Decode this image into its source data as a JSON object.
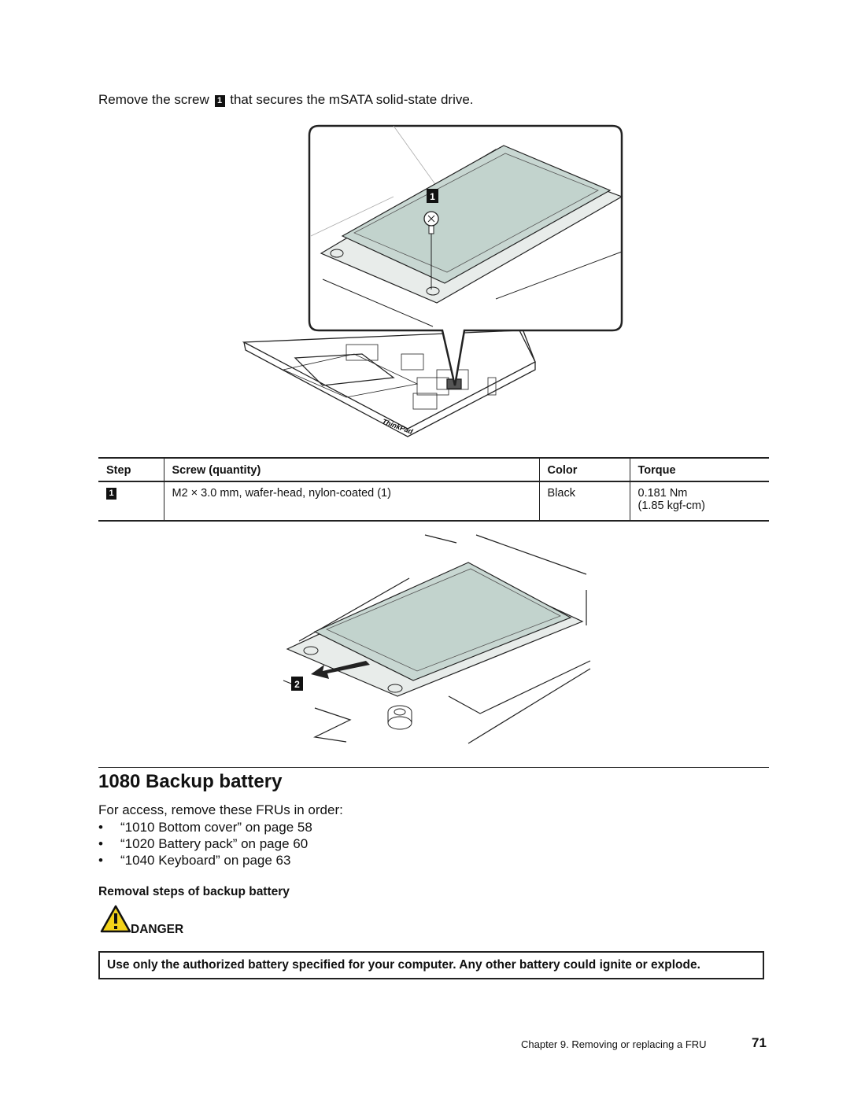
{
  "intro": {
    "before": "Remove the screw",
    "step": "1",
    "after": "that secures the mSATA solid-state drive."
  },
  "figure1": {
    "callout": "1",
    "brand": "ThinkPad"
  },
  "table": {
    "headers": [
      "Step",
      "Screw (quantity)",
      "Color",
      "Torque"
    ],
    "row": {
      "step": "1",
      "screw": "M2 × 3.0 mm, wafer-head, nylon-coated (1)",
      "color": "Black",
      "torque_nm": "0.181 Nm",
      "torque_kgf": "(1.85 kgf-cm)"
    }
  },
  "figure2": {
    "callout": "2"
  },
  "section": {
    "title": "1080 Backup battery",
    "access_text": "For access, remove these FRUs in order:",
    "frus": [
      "“1010 Bottom cover” on page 58",
      "“1020 Battery pack” on page 60",
      "“1040 Keyboard” on page 63"
    ],
    "subheading": "Removal steps of backup battery",
    "danger_label": "DANGER",
    "danger_text": "Use only the authorized battery specified for your computer. Any other battery could ignite or explode."
  },
  "footer": {
    "chapter": "Chapter 9. Removing or replacing a FRU",
    "page": "71"
  }
}
